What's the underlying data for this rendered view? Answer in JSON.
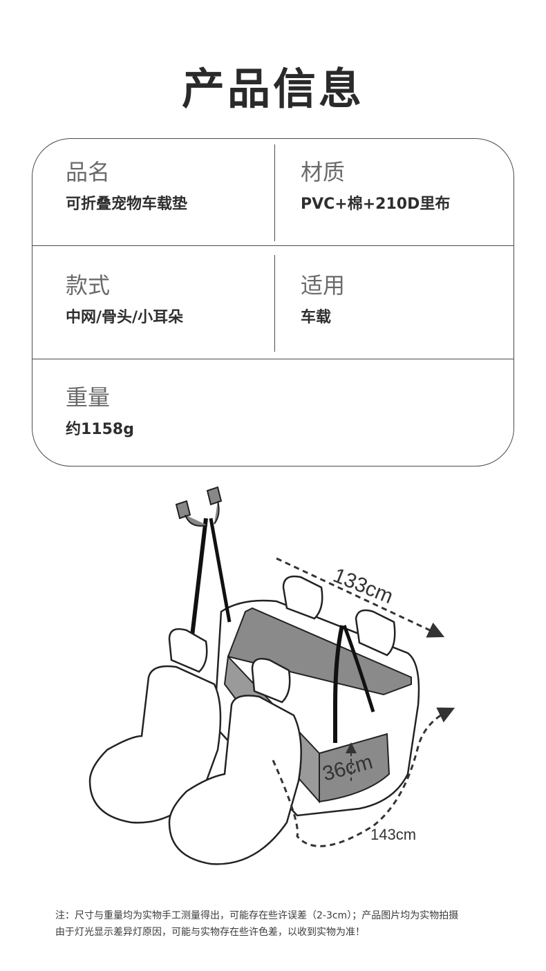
{
  "title": "产品信息",
  "info": {
    "name": {
      "label": "品名",
      "value": "可折叠宠物车载垫"
    },
    "material": {
      "label": "材质",
      "value": "PVC+棉+210D里布"
    },
    "style": {
      "label": "款式",
      "value": "中网/骨头/小耳朵"
    },
    "usage": {
      "label": "适用",
      "value": "车载"
    },
    "weight": {
      "label": "重量",
      "value": "约1158g"
    }
  },
  "diagram": {
    "width_label": "133cm",
    "height_label": "36cm",
    "depth_label": "143cm"
  },
  "note": {
    "line1": "注：尺寸与重量均为实物手工测量得出，可能存在些许误差（2-3cm）；产品图片均为实物拍摄",
    "line2": "由于灯光显示差异灯原因，可能与实物存在些许色差，以收到实物为准！"
  }
}
